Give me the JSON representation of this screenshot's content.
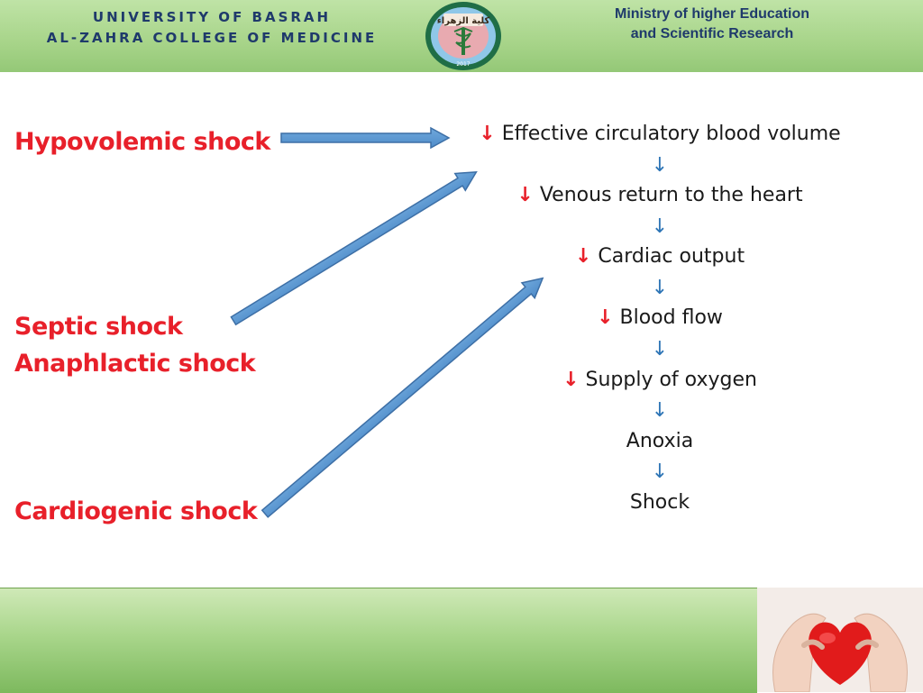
{
  "header": {
    "university_line1": "UNIVERSITY OF BASRAH",
    "university_line2": "AL-ZAHRA COLLEGE OF MEDICINE",
    "ministry_line1": "Ministry of higher Education",
    "ministry_line2": "and Scientific Research",
    "logo_text": "كلية الزهراء",
    "logo_year": "2017"
  },
  "causes": {
    "hypovolemic": "Hypovolemic shock",
    "septic": "Septic shock",
    "anaphylactic": "Anaphlactic shock",
    "cardiogenic": "Cardiogenic shock"
  },
  "cascade": {
    "down_symbol": "↓",
    "step1": "Effective circulatory blood volume",
    "step2": "Venous return to the heart",
    "step3": "Cardiac output",
    "step4": "Blood flow",
    "step5": "Supply of oxygen",
    "step6": "Anoxia",
    "step7": "Shock"
  },
  "colors": {
    "cause_text": "#e8202a",
    "arrow_fill": "#5b9bd5",
    "header_green": "#a7d489",
    "header_text": "#1f3a6b"
  }
}
